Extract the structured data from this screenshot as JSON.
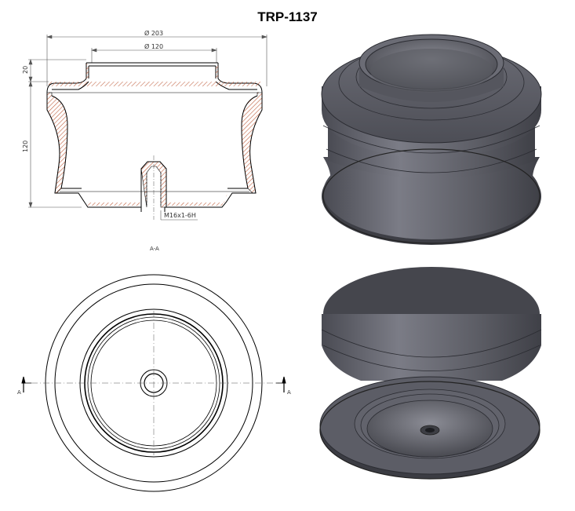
{
  "drawing": {
    "title": "TRP-1137",
    "section_label": "A-A",
    "section_marker_left": "A",
    "section_marker_right": "A"
  },
  "dimensions": {
    "outer_diameter": "Ø 203",
    "top_diameter": "Ø 120",
    "top_height": "20",
    "body_height": "120",
    "thread": "M16x1-6H"
  },
  "colors": {
    "line": "#000000",
    "dim_line": "#555555",
    "section_fill": "#c06040",
    "render_body": "#5f6068",
    "render_dark": "#3a3b42",
    "render_light": "#8a8b94"
  }
}
